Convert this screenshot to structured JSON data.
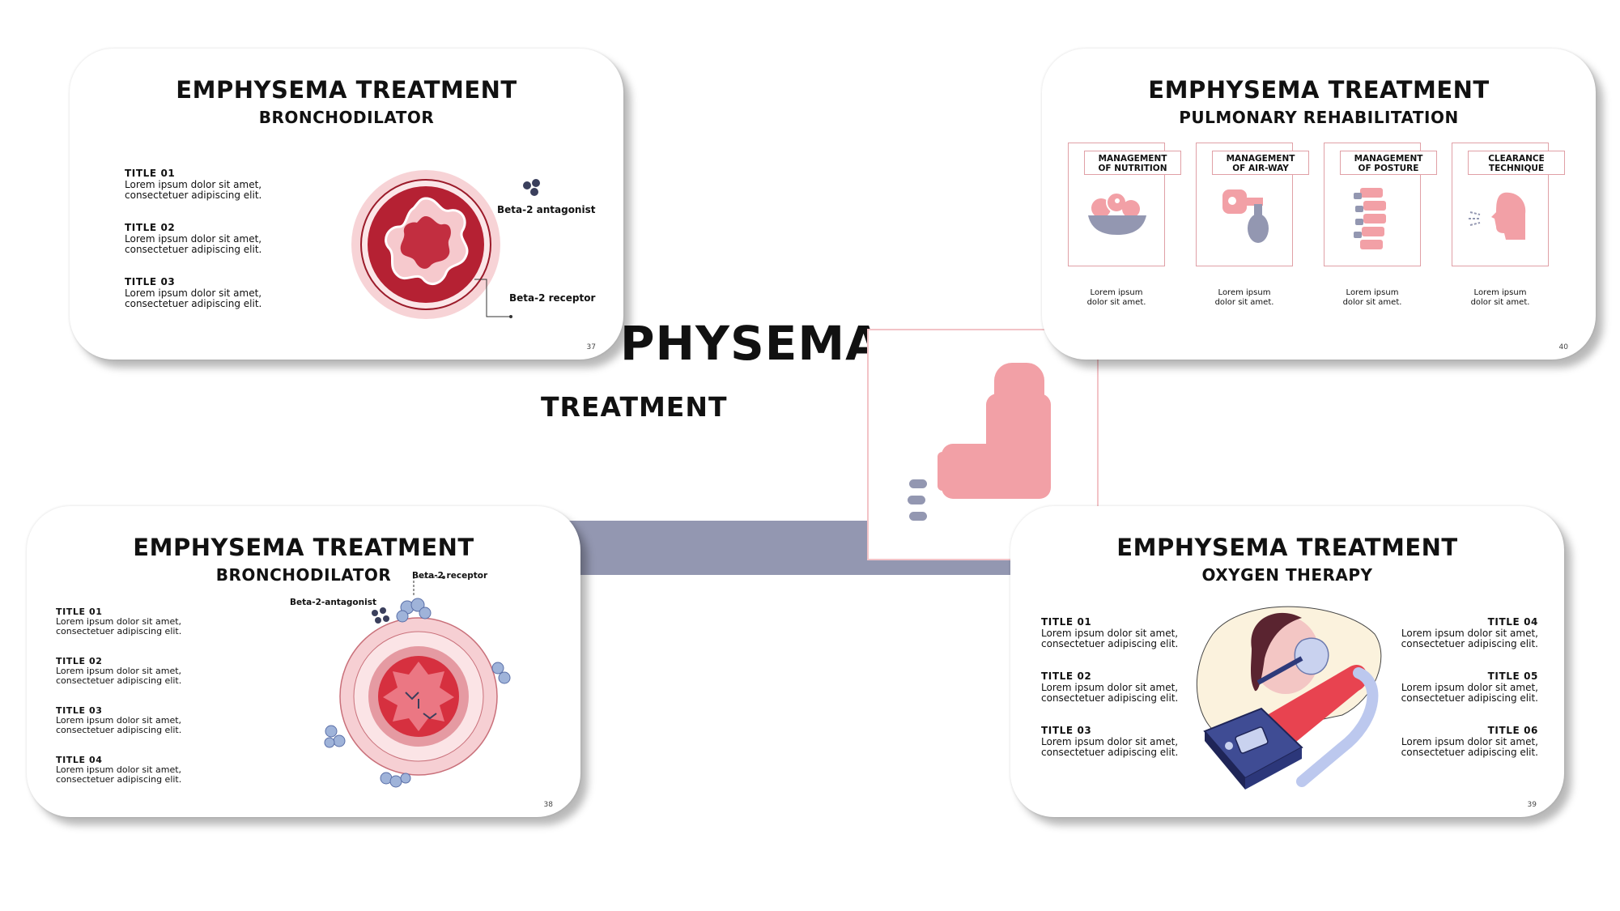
{
  "background": {
    "title_visible": "PHYSEMA",
    "subtitle": "TREATMENT",
    "accent_color": "#9397b1",
    "inhaler_color": "#f2a0a6"
  },
  "slide37": {
    "title": "EMPHYSEMA TREATMENT",
    "subtitle": "BRONCHODILATOR",
    "items": [
      {
        "title": "TITLE 01",
        "text": "Lorem ipsum dolor sit amet,\nconsectetuer adipiscing elit."
      },
      {
        "title": "TITLE 02",
        "text": "Lorem ipsum dolor sit amet,\nconsectetuer adipiscing elit."
      },
      {
        "title": "TITLE 03",
        "text": "Lorem ipsum dolor sit amet,\nconsectetuer adipiscing elit."
      }
    ],
    "label_antagonist": "Beta-2 antagonist",
    "label_receptor": "Beta-2 receptor",
    "page": "37"
  },
  "slide40": {
    "title": "EMPHYSEMA TREATMENT",
    "subtitle": "PULMONARY REHABILITATION",
    "columns": [
      {
        "heading": "MANAGEMENT\nOF NUTRITION",
        "caption": "Lorem ipsum\ndolor sit amet.",
        "icon": "food-bowl-icon"
      },
      {
        "heading": "MANAGEMENT\nOF AIR-WAY",
        "caption": "Lorem ipsum\ndolor sit amet.",
        "icon": "inhaler-icon"
      },
      {
        "heading": "MANAGEMENT\nOF POSTURE",
        "caption": "Lorem ipsum\ndolor sit amet.",
        "icon": "spine-icon"
      },
      {
        "heading": "CLEARANCE\nTECHNIQUE",
        "caption": "Lorem ipsum\ndolor sit amet.",
        "icon": "cough-head-icon"
      }
    ],
    "page": "40"
  },
  "slide38": {
    "title": "EMPHYSEMA TREATMENT",
    "subtitle": "BRONCHODILATOR",
    "items": [
      {
        "title": "TITLE 01",
        "text": "Lorem ipsum dolor sit amet,\nconsectetuer adipiscing  elit."
      },
      {
        "title": "TITLE 02",
        "text": "Lorem ipsum dolor sit amet,\nconsectetuer adipiscing  elit."
      },
      {
        "title": "TITLE 03",
        "text": "Lorem ipsum dolor sit amet,\nconsectetuer adipiscing  elit."
      },
      {
        "title": "TITLE 04",
        "text": "Lorem ipsum dolor sit amet,\nconsectetuer adipiscing  elit."
      }
    ],
    "label_receptor": "Beta-2 receptor",
    "label_antagonist": "Beta-2-antagonist",
    "page": "38"
  },
  "slide39": {
    "title": "EMPHYSEMA TREATMENT",
    "subtitle": "OXYGEN THERAPY",
    "left_items": [
      {
        "title": "TITLE 01",
        "text": "Lorem ipsum dolor sit amet,\nconsectetuer adipiscing elit."
      },
      {
        "title": "TITLE 02",
        "text": "Lorem ipsum dolor sit amet,\nconsectetuer adipiscing elit."
      },
      {
        "title": "TITLE 03",
        "text": "Lorem ipsum dolor sit amet,\nconsectetuer adipiscing elit."
      }
    ],
    "right_items": [
      {
        "title": "TITLE 04",
        "text": "Lorem ipsum dolor sit amet,\nconsectetuer adipiscing elit."
      },
      {
        "title": "TITLE 05",
        "text": "Lorem ipsum dolor sit amet,\nconsectetuer adipiscing elit."
      },
      {
        "title": "TITLE 06",
        "text": "Lorem ipsum dolor sit amet,\nconsectetuer adipiscing elit."
      }
    ],
    "page": "39"
  }
}
